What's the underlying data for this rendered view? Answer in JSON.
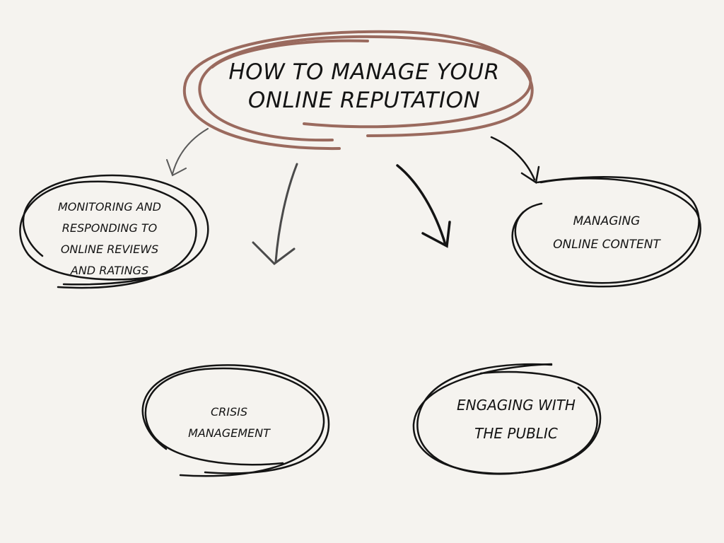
{
  "title": {
    "line1": "HOW TO MANAGE YOUR",
    "line2": "ONLINE REPUTATION"
  },
  "nodes": {
    "monitoring": {
      "lines": [
        "MONITORING AND",
        "RESPONDING TO",
        "ONLINE REVIEWS",
        "AND RATINGS"
      ]
    },
    "content": {
      "lines": [
        "MANAGING",
        "ONLINE CONTENT"
      ]
    },
    "crisis": {
      "lines": [
        "CRISIS",
        "MANAGEMENT"
      ]
    },
    "public": {
      "lines": [
        "ENGAGING WITH",
        "THE PUBLIC"
      ]
    }
  },
  "colors": {
    "background": "#f5f3ef",
    "title_ring": "#9a6a5e",
    "ink": "#141414",
    "arrow_gray": "#4a4a4a"
  }
}
